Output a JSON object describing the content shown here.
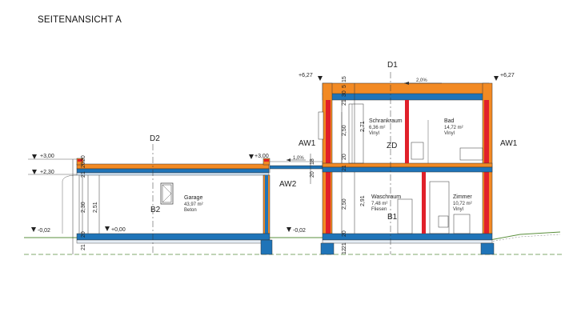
{
  "title": "SEITENANSICHT  A",
  "colors": {
    "concrete": "#1f74b8",
    "insulation": "#f28a24",
    "steel": "#e0202a",
    "ground": "#5a8f3c",
    "line": "#222222"
  },
  "levels": {
    "top_left": "+6,27",
    "top_right": "+6,27",
    "garage_roof_left": "+3,00",
    "garage_roof_right": "+3,00",
    "garage_ceiling": "+2,30",
    "garage_floor": "+0,00",
    "ground_left": "-0,02",
    "ground_mid": "-0,02"
  },
  "section_marks": {
    "d1": "D1",
    "d2": "D2",
    "zd": "ZD",
    "b1": "B1",
    "b2": "B2",
    "aw1_left": "AW1",
    "aw1_right": "AW1",
    "aw2": "AW2"
  },
  "slopes": {
    "roof": "2,0%",
    "balcony": "1,0%"
  },
  "rooms": {
    "schrankraum": {
      "name": "Schrankraum",
      "area": "6,36 m²",
      "floor": "Vinyl"
    },
    "bad": {
      "name": "Bad",
      "area": "14,72 m²",
      "floor": "Vinyl"
    },
    "garage": {
      "name": "Garage",
      "area": "43,97 m²",
      "floor": "Beton"
    },
    "waschraum": {
      "name": "Waschraum",
      "area": "7,48 m²",
      "floor": "Fliesen"
    },
    "zimmer": {
      "name": "Zimmer",
      "area": "10,72 m²",
      "floor": "Vinyl"
    }
  },
  "dims": {
    "garage_2_30": "2,30",
    "garage_2_51": "2,51",
    "garage_20_a": "20",
    "garage_21_a": "21",
    "garage_20_b": "20",
    "garage_21_b": "21",
    "garage_20_c": "20",
    "upper_2_50": "2,50",
    "upper_2_71": "2,71",
    "upper_20": "20",
    "upper_21": "21",
    "lower_2_50": "2,50",
    "lower_2_91": "2,91",
    "lower_20": "20",
    "lower_21": "21",
    "top_15": "15",
    "top_5": "5",
    "top_30": "30",
    "top_21": "21",
    "wall_18": "18",
    "wall_20": "20",
    "base_12": "12"
  }
}
